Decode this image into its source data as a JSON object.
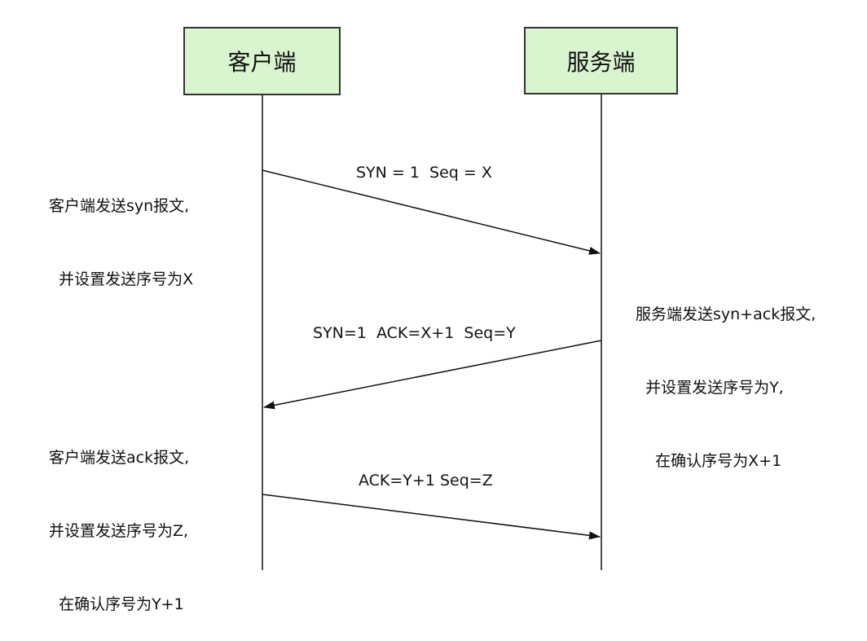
{
  "diagram": {
    "actors": {
      "client": "客户端",
      "server": "服务端"
    },
    "messages": [
      {
        "label": "SYN = 1  Seq = X",
        "from": "client",
        "to": "server"
      },
      {
        "label": "SYN=1  ACK=X+1  Seq=Y",
        "from": "server",
        "to": "client"
      },
      {
        "label": "ACK=Y+1 Seq=Z",
        "from": "client",
        "to": "server"
      }
    ],
    "notes": {
      "client_step1": [
        "客户端发送syn报文,",
        "  并设置发送序号为X"
      ],
      "server_step2": [
        "服务端发送syn+ack报文,",
        "  并设置发送序号为Y,",
        "    在确认序号为X+1"
      ],
      "client_step3": [
        "客户端发送ack报文,",
        "并设置发送序号为Z,",
        "  在确认序号为Y+1"
      ]
    }
  }
}
